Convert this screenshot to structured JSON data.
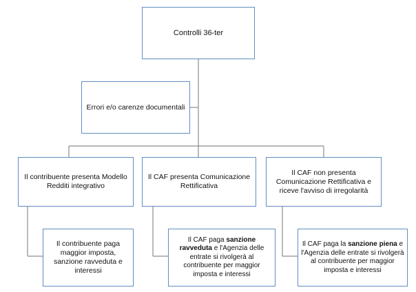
{
  "diagram": {
    "root": {
      "text": "Controlli 36-ter"
    },
    "errors": {
      "text": "Errori e/o carenze documentali"
    },
    "options": [
      {
        "text": "Il contribuente presenta Modello Redditi integrativo"
      },
      {
        "text": "Il CAF presenta Comunicazione Rettificativa"
      },
      {
        "text": "Il CAF non presenta Comunicazione Rettificativa e riceve l'avviso di irregolarità"
      }
    ],
    "results": [
      {
        "text": "Il contribuente paga maggior imposta, sanzione ravveduta e interessi"
      },
      {
        "before": "Il CAF paga ",
        "bold": "sanzione ravveduta",
        "after": " e l'Agenzia delle entrate si rivolgerà al contribuente per maggior imposta e interessi"
      },
      {
        "before": "Il CAF paga la ",
        "bold": "sanzione piena",
        "after": " e l'Agenzia delle entrate si rivolgerà al contribuente per maggior imposta e interessi"
      }
    ]
  },
  "colors": {
    "box_border": "#5f8dbf",
    "connector": "#8c8c8c",
    "background": "#ffffff",
    "text": "#111111"
  }
}
